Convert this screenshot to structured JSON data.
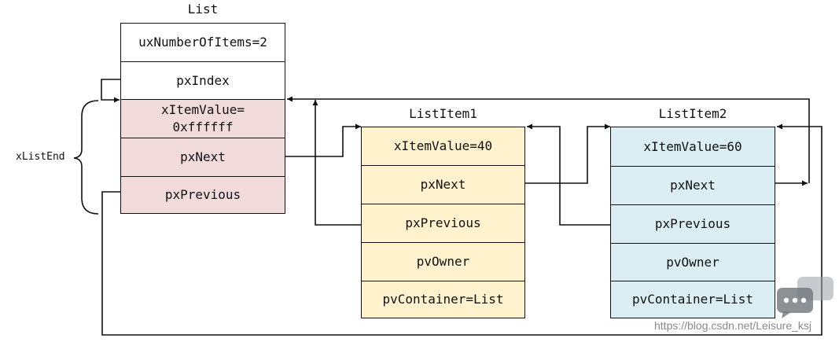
{
  "list": {
    "title": "List",
    "fields": [
      "uxNumberOfItems=2",
      "pxIndex",
      "xItemValue=\n0xffffff",
      "pxNext",
      "pxPrevious"
    ]
  },
  "list_end_label": "xListEnd",
  "item1": {
    "title": "ListItem1",
    "fields": [
      "xItemValue=40",
      "pxNext",
      "pxPrevious",
      "pvOwner",
      "pvContainer=List"
    ]
  },
  "item2": {
    "title": "ListItem2",
    "fields": [
      "xItemValue=60",
      "pxNext",
      "pxPrevious",
      "pvOwner",
      "pvContainer=List"
    ]
  },
  "colors": {
    "list_end_fill": "#f2dcdb",
    "item1_fill": "#fff2cc",
    "item2_fill": "#daeef3",
    "line": "#111111"
  },
  "watermark": "https://blog.csdn.net/Leisure_ksj"
}
